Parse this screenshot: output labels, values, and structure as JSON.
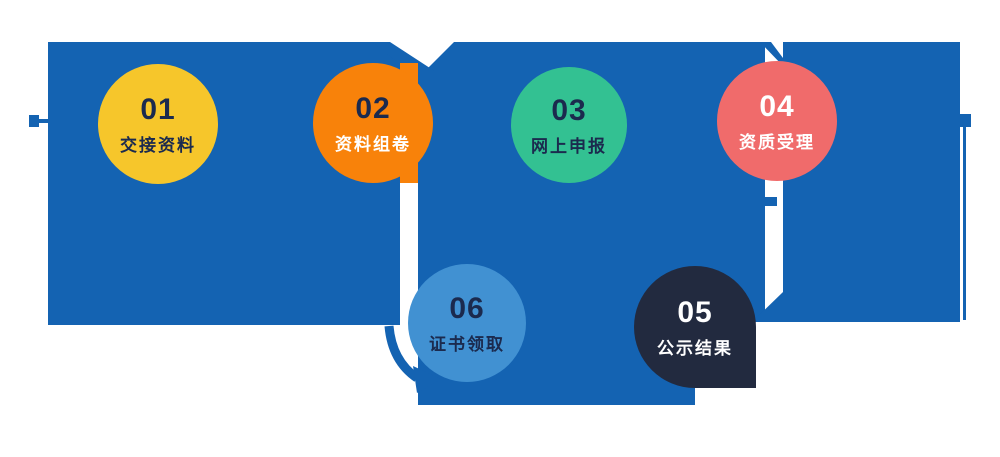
{
  "diagram": {
    "type": "process-flow",
    "colors": {
      "panel_blue": "#1463b2",
      "background": "#ffffff",
      "connector_orange": "#f8820a",
      "dark_text": "#1b2a4e",
      "light_text": "#ffffff"
    },
    "steps": [
      {
        "number": "01",
        "label": "交接资料",
        "circle_color": "#f6c62b",
        "number_color": "#1b2a4e",
        "label_color": "#1b2a4e"
      },
      {
        "number": "02",
        "label": "资料组卷",
        "circle_color": "#f8820a",
        "number_color": "#1b2a4e",
        "label_color": "#ffffff"
      },
      {
        "number": "03",
        "label": "网上申报",
        "circle_color": "#33c192",
        "number_color": "#1b2a4e",
        "label_color": "#1b2a4e"
      },
      {
        "number": "04",
        "label": "资质受理",
        "circle_color": "#f06b6b",
        "number_color": "#ffffff",
        "label_color": "#ffffff"
      },
      {
        "number": "05",
        "label": "公示结果",
        "circle_color": "#222a3f",
        "number_color": "#ffffff",
        "label_color": "#ffffff"
      },
      {
        "number": "06",
        "label": "证书领取",
        "circle_color": "#4191d2",
        "number_color": "#1b2a4e",
        "label_color": "#1b2a4e"
      }
    ]
  }
}
